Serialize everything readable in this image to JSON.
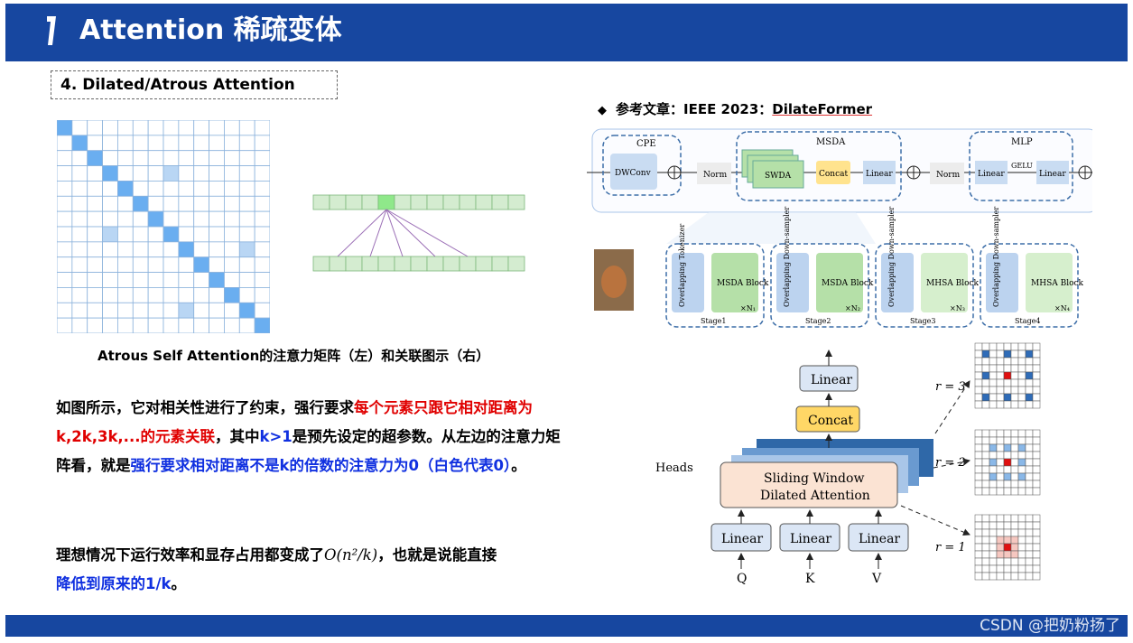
{
  "header": {
    "title": "Attention 稀疏变体"
  },
  "section": {
    "title": "4. Dilated/Atrous  Attention"
  },
  "left_figure": {
    "caption": "Atrous Self Attention的注意力矩阵（左）和关联图示（右）",
    "matrix_size": 14,
    "assoc_cells": 13,
    "highlight_color": "#6aaef0",
    "grid_line_color": "#8bb2dc",
    "assoc_cell_color": "#d4ecd0",
    "assoc_focus_color": "#8fe88a",
    "arrow_color": "#9b6fb6"
  },
  "paragraph1": {
    "p1": "如图所示，它对相关性进行了约束，强行要求",
    "p2": "每个元素只跟它相对距离为k,2k,3k,...的元素关联",
    "p3": "，其中",
    "p4": "k>1",
    "p5": "是预先设定的超参数。从左边的注意力矩阵看，就是",
    "p6": "强行要求相对距离不是k的倍数的注意力为0（白色代表0）",
    "p7": "。"
  },
  "paragraph2": {
    "p1": "理想情况下运行效率和显存占用都变成了",
    "formula": "O(n²/k)",
    "p2": "，也就是说能直接",
    "p3": "降低到原来的1/k",
    "p4": "。"
  },
  "reference": {
    "bullet": "◆",
    "label": "参考文章：IEEE 2023：",
    "name": "DilateFormer"
  },
  "block_diagram": {
    "cpe": "CPE",
    "dwconv": "DWConv",
    "msda": "MSDA",
    "swda": "SWDA",
    "concat": "Concat",
    "linear": "Linear",
    "norm": "Norm",
    "mlp": "MLP",
    "gelu": "GELU"
  },
  "stages": [
    {
      "name": "Stage1",
      "sampler": "Overlapping Tokenizer",
      "block": "MSDA Block",
      "n": "×N₁"
    },
    {
      "name": "Stage2",
      "sampler": "Overlapping Down-sampler",
      "block": "MSDA Block",
      "n": "×N₂"
    },
    {
      "name": "Stage3",
      "sampler": "Overlapping Down-sampler",
      "block": "MHSA Block",
      "n": "×N₃"
    },
    {
      "name": "Stage4",
      "sampler": "Overlapping Down-sampler",
      "block": "MHSA Block",
      "n": "×N₄"
    }
  ],
  "attention_diagram": {
    "heads": "Heads",
    "sliding1": "Sliding Window",
    "sliding2": "Dilated Attention",
    "concat": "Concat",
    "linear": "Linear",
    "inputs": [
      "Q",
      "K",
      "V"
    ],
    "r3": "r = 3",
    "r2": "r = 2",
    "r1": "r = 1"
  },
  "footer": {
    "watermark": "CSDN @把奶粉扬了"
  }
}
